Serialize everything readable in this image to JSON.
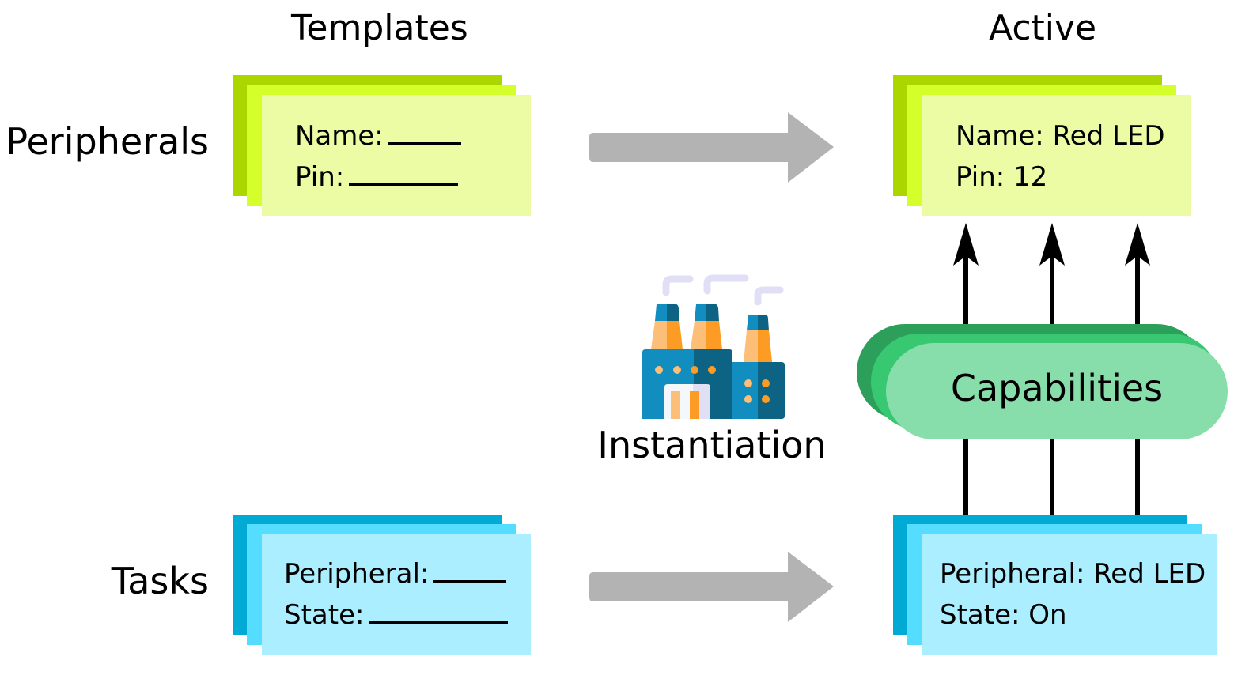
{
  "columns": {
    "templates": "Templates",
    "active": "Active"
  },
  "rows": {
    "peripherals": "Peripherals",
    "tasks": "Tasks"
  },
  "colors": {
    "peripheral_dark": "#acd600",
    "peripheral_mid": "#d4ff2a",
    "peripheral_light": "#ecfca4",
    "task_dark": "#00aad4",
    "task_mid": "#55ddff",
    "task_light": "#aaeeff",
    "capability_dark": "#2ca05a",
    "capability_mid": "#37c871",
    "capability_light": "#87deaa",
    "arrow_gray": "#b3b3b3"
  },
  "template_peripheral": {
    "line1_label": "Name:",
    "line2_label": "Pin:"
  },
  "template_task": {
    "line1_label": "Peripheral:",
    "line2_label": "State:"
  },
  "active_peripheral": {
    "line1": "Name: Red LED",
    "line2": "Pin: 12"
  },
  "active_task": {
    "line1": "Peripheral: Red LED",
    "line2": "State: On"
  },
  "instantiation": {
    "label": "Instantiation",
    "icon": "factory-icon"
  },
  "capabilities": {
    "label": "Capabilities"
  }
}
